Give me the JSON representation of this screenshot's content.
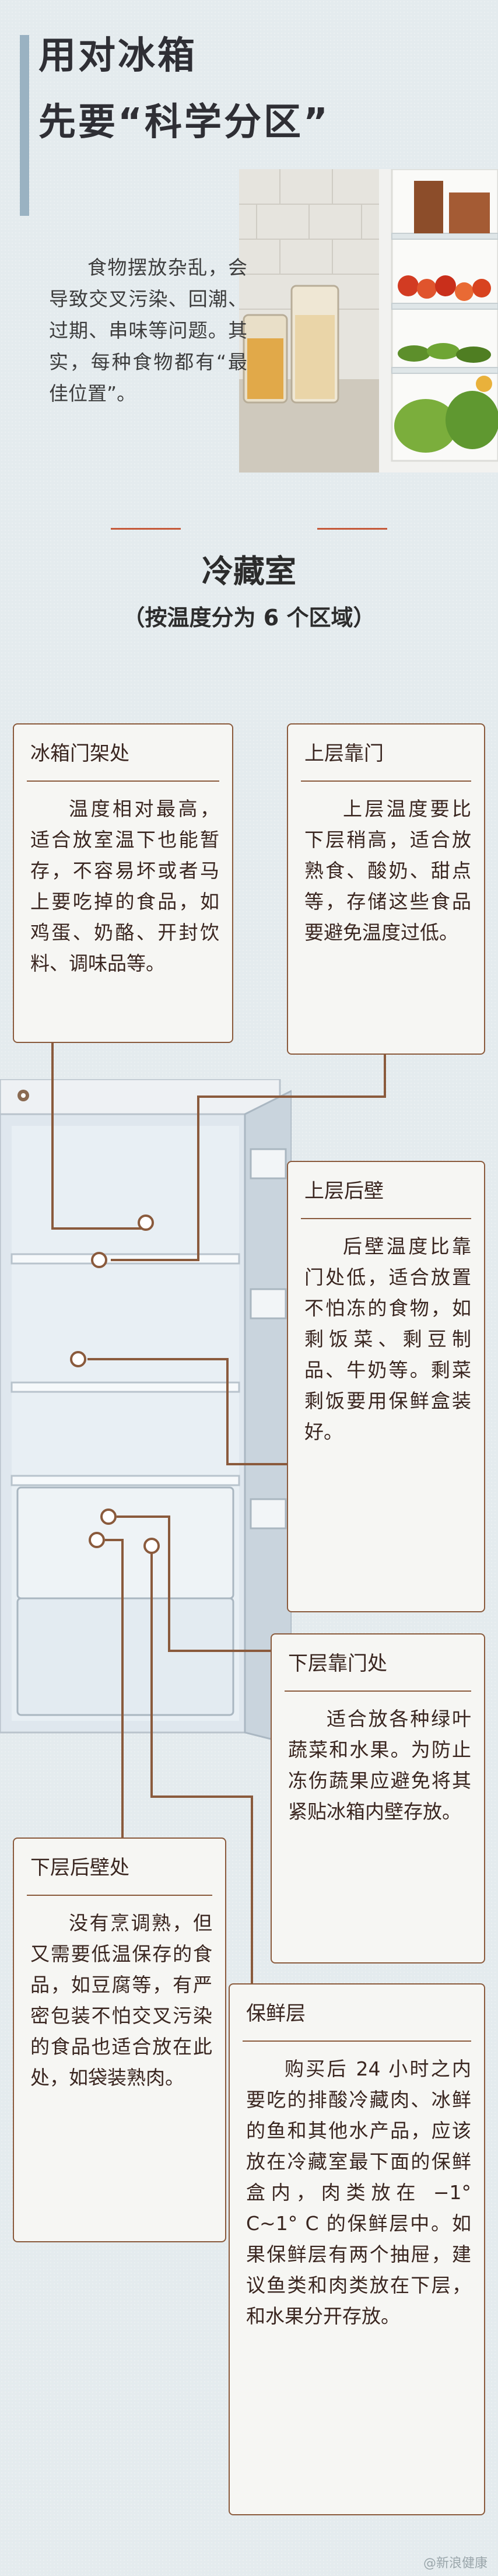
{
  "header": {
    "title_line1": "用对冰箱",
    "title_line2": "先要“科学分区”",
    "intro": "食物摆放杂乱，会导致交叉污染、回潮、过期、串味等问题。其实，每种食物都有“最佳位置”。"
  },
  "section": {
    "title": "冷藏室",
    "subtitle": "（按温度分为 6 个区域）"
  },
  "zones": [
    {
      "title": "冰箱门架处",
      "text": "温度相对最高，适合放室温下也能暂存，不容易坏或者马上要吃掉的食品，如鸡蛋、奶酪、开封饮料、调味品等。"
    },
    {
      "title": "上层靠门",
      "text": "上层温度要比下层稍高，适合放熟食、酸奶、甜点等，存储这些食品要避免温度过低。"
    },
    {
      "title": "上层后壁",
      "text": "后壁温度比靠门处低，适合放置不怕冻的食物，如剩饭菜、剩豆制品、牛奶等。剩菜剩饭要用保鲜盒装好。"
    },
    {
      "title": "下层靠门处",
      "text": "适合放各种绿叶蔬菜和水果。为防止冻伤蔬果应避免将其紧贴冰箱内壁存放。"
    },
    {
      "title": "下层后壁处",
      "text": "没有烹调熟，但又需要低温保存的食品，如豆腐等，有严密包装不怕交叉污染的食品也适合放在此处，如袋装熟肉。"
    },
    {
      "title": "保鲜层",
      "text": "购买后 24 小时之内要吃的排酸冷藏肉、冰鲜的鱼和其他水产品，应该放在冷藏室最下面的保鲜盒内，肉类放在 −1° C~1° C 的保鲜层中。如果保鲜层有两个抽屉，建议鱼类和肉类放在下层，和水果分开存放。"
    }
  ],
  "watermark": "@新浪健康"
}
